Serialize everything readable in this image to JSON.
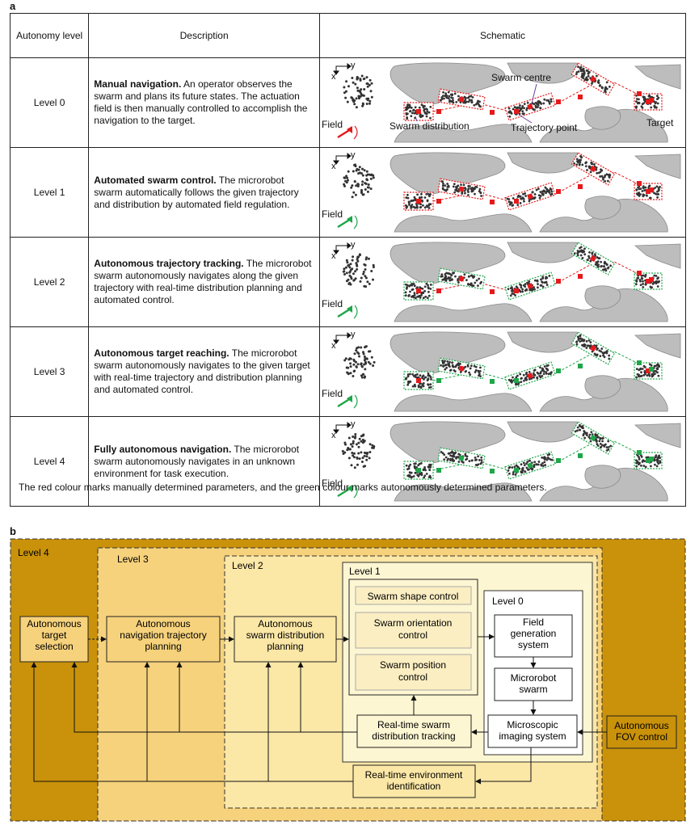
{
  "panel_a": {
    "letter": "a"
  },
  "panel_b": {
    "letter": "b"
  },
  "table": {
    "headers": {
      "level": "Autonomy level",
      "description": "Description",
      "schematic": "Schematic"
    },
    "rows": [
      {
        "level": "Level 0",
        "title": "Manual navigation.",
        "text": " An operator observes the swarm and plans its future states. The actuation field is then manually controlled to accomplish the navigation to the target.",
        "mode": "red"
      },
      {
        "level": "Level 1",
        "title": "Automated swarm control.",
        "text": " The microrobot swarm automatically follows the given trajectory and distribution by automated field regulation.",
        "mode": "red"
      },
      {
        "level": "Level 2",
        "title": "Autonomous trajectory tracking.",
        "text": " The microrobot swarm autonomously navigates along the given trajectory with real-time distribution planning and automated control.",
        "mode": "redpts"
      },
      {
        "level": "Level 3",
        "title": "Autonomous target reaching.",
        "text": " The microrobot swarm autonomously navigates to the given target with real-time trajectory and distribution planning and automated control.",
        "mode": "greenpts"
      },
      {
        "level": "Level 4",
        "title": "Fully autonomous navigation.",
        "text": " The microrobot swarm autonomously navigates in an unknown environment for task execution.",
        "mode": "green"
      }
    ],
    "schematic_labels": {
      "x_axis": "x",
      "y_axis": "y",
      "field": "Field",
      "swarm_centre": "Swarm centre",
      "swarm_distribution": "Swarm distribution",
      "trajectory_point": "Trajectory point",
      "target": "Target"
    },
    "footnote": "The red colour marks manually determined parameters, and the green colour marks autonomously determined parameters."
  },
  "diagram": {
    "levels": [
      "Level 4",
      "Level 3",
      "Level 2",
      "Level 1",
      "Level 0"
    ],
    "boxes": {
      "target_selection": [
        "Autonomous",
        "target",
        "selection"
      ],
      "nav_planning": [
        "Autonomous",
        "navigation trajectory",
        "planning"
      ],
      "dist_planning": [
        "Autonomous",
        "swarm distribution",
        "planning"
      ],
      "shape_control": [
        "Swarm shape control"
      ],
      "orientation_control": [
        "Swarm orientation",
        "control"
      ],
      "position_control": [
        "Swarm position",
        "control"
      ],
      "field_generation": [
        "Field",
        "generation",
        "system"
      ],
      "microrobot_swarm": [
        "Microrobot",
        "swarm"
      ],
      "imaging_system": [
        "Microscopic",
        "imaging system"
      ],
      "distribution_tracking": [
        "Real-time swarm",
        "distribution tracking"
      ],
      "environment_identification": [
        "Real-time environment",
        "identification"
      ],
      "fov_control": [
        "Autonomous",
        "FOV control"
      ]
    },
    "colors": {
      "level4": "#c9920a",
      "level3": "#f6d27c",
      "level2": "#fbe7a6",
      "level1": "#fdf6d2",
      "level0": "#ffffff",
      "red": "#e41a1c",
      "green": "#1fa64a"
    }
  }
}
